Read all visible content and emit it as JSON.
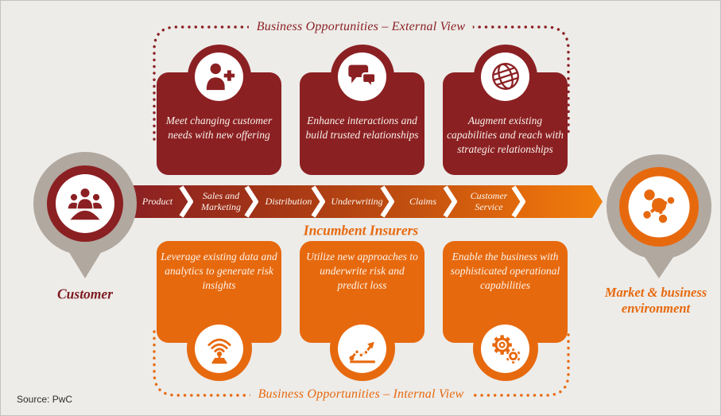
{
  "colors": {
    "maroon": "#8B2023",
    "orange": "#E7690E",
    "pin_gray": "#B1A89F",
    "background": "#EDECE9",
    "box_text": "#F8F1E8"
  },
  "external_view": {
    "label": "Business Opportunities – External View",
    "boxes": [
      {
        "icon": "person-plus-icon",
        "text": "Meet changing customer needs with new offering"
      },
      {
        "icon": "chat-bubbles-icon",
        "text": "Enhance interactions and build trusted relationships"
      },
      {
        "icon": "globe-icon",
        "text": "Augment existing capabilities and reach with strategic relationships"
      }
    ]
  },
  "internal_view": {
    "label": "Business Opportunities – Internal View",
    "boxes": [
      {
        "icon": "sensor-antenna-icon",
        "text": "Leverage existing data and analytics to generate risk insights"
      },
      {
        "icon": "trend-chart-icon",
        "text": "Utilize new approaches to underwrite risk and predict loss"
      },
      {
        "icon": "gears-icon",
        "text": "Enable the business with sophisticated operational capabilities"
      }
    ]
  },
  "value_chain": {
    "label": "Incumbent Insurers",
    "segments": [
      {
        "label": "Product"
      },
      {
        "label": "Sales and Marketing"
      },
      {
        "label": "Distribution"
      },
      {
        "label": "Underwriting"
      },
      {
        "label": "Claims"
      },
      {
        "label": "Customer Service"
      }
    ]
  },
  "endpoints": {
    "customer": {
      "label": "Customer",
      "icon": "people-group-icon"
    },
    "market": {
      "label": "Market & business environment",
      "icon": "molecule-icon"
    }
  },
  "source_note": "Source: PwC"
}
